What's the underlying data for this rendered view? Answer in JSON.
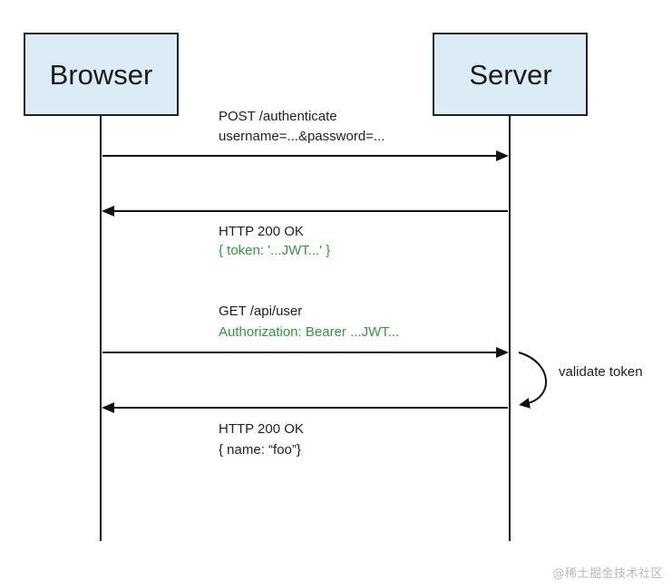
{
  "participants": {
    "browser": {
      "label": "Browser"
    },
    "server": {
      "label": "Server"
    }
  },
  "colors": {
    "box_fill": "#dcecf7",
    "box_stroke": "#222222",
    "line": "#111111",
    "green_text": "#2e9a3b",
    "watermark": "#b8b8b8"
  },
  "messages": {
    "authenticate": {
      "line1": "POST /authenticate",
      "line2": "username=...&password=..."
    },
    "token_response": {
      "line1": "HTTP 200 OK",
      "line2": "{ token: '...JWT...' }"
    },
    "get_user": {
      "line1": "GET /api/user",
      "line2": "Authorization: Bearer ...JWT..."
    },
    "user_response": {
      "line1": "HTTP 200 OK",
      "line2": "{ name: “foo”}"
    }
  },
  "note": {
    "validate": "validate token"
  },
  "watermark": {
    "text": "@稀土掘金技术社区"
  }
}
